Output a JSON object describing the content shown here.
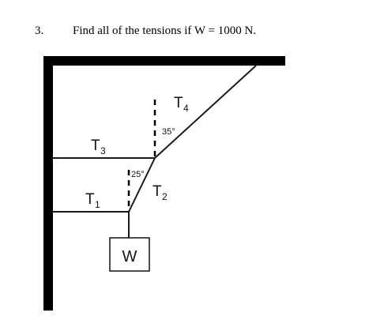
{
  "problem": {
    "number": "3.",
    "text": "Find all of the tensions if W = 1000 N."
  },
  "diagram": {
    "labels": {
      "t4_main": "T",
      "t4_sub": "4",
      "t3_main": "T",
      "t3_sub": "3",
      "t2_main": "T",
      "t2_sub": "2",
      "t1_main": "T",
      "t1_sub": "1",
      "weight": "W"
    },
    "angles": {
      "upper": "35°",
      "lower": "25°"
    },
    "colors": {
      "structure": "#000000",
      "rope": "#1a1a1a"
    }
  }
}
